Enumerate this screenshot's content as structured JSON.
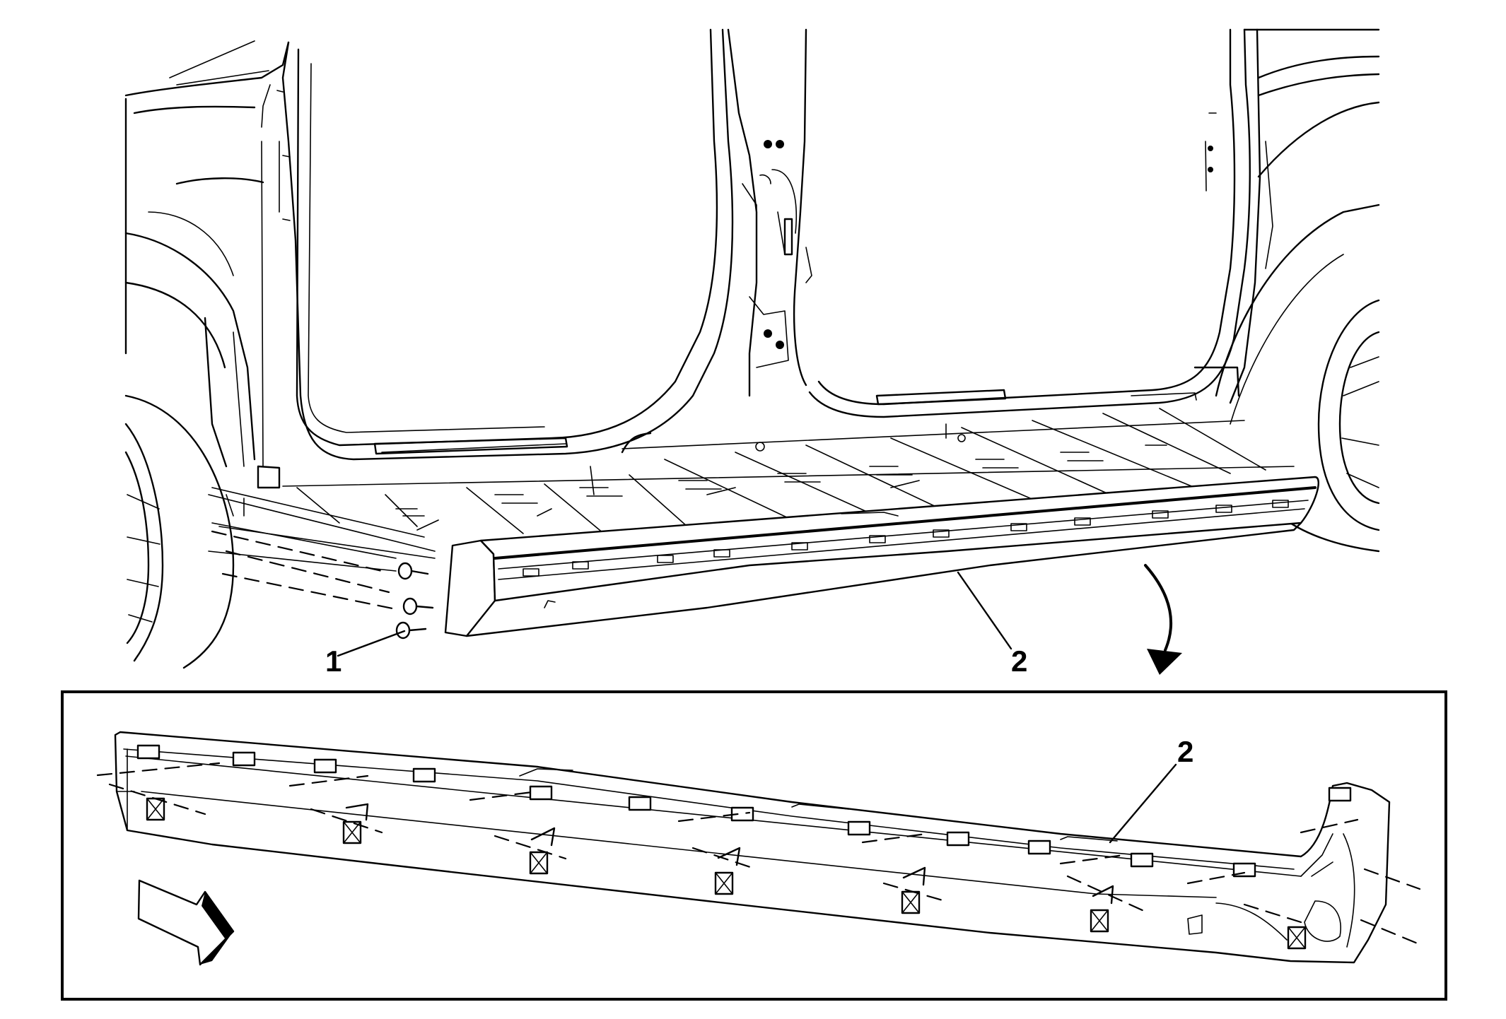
{
  "callouts": {
    "fastener_label": "1",
    "rocker_panel_label": "2",
    "detail_rocker_panel_label": "2"
  },
  "icons": {
    "front_direction_arrow": "direction-arrow-icon",
    "detail_view_arrow": "curved-arrow-icon"
  },
  "colors": {
    "line": "#000000",
    "background": "#ffffff"
  }
}
